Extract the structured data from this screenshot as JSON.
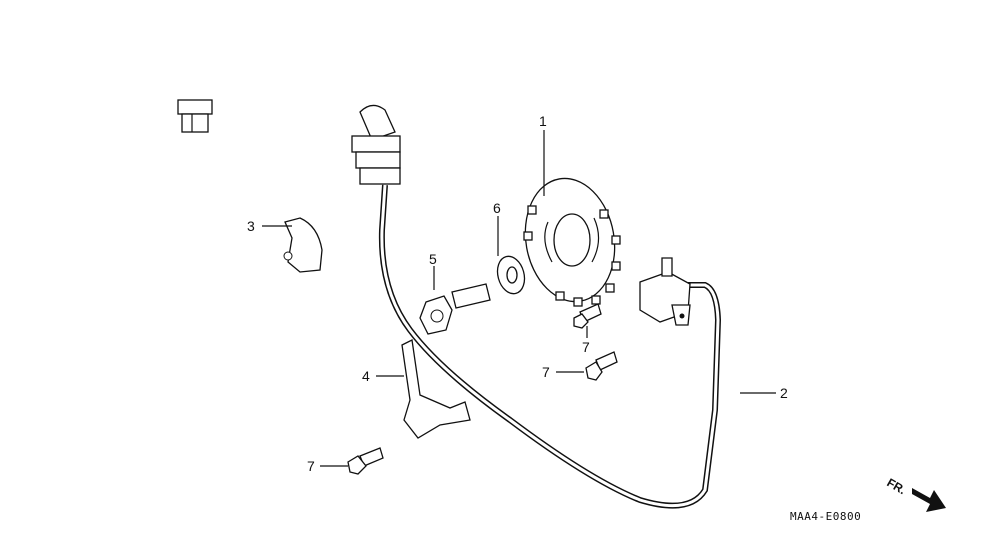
{
  "diagram": {
    "code": "MAA4-E0800",
    "direction_label": "FR.",
    "callouts": [
      {
        "id": "1",
        "text": "1"
      },
      {
        "id": "2",
        "text": "2"
      },
      {
        "id": "3",
        "text": "3"
      },
      {
        "id": "4",
        "text": "4"
      },
      {
        "id": "5",
        "text": "5"
      },
      {
        "id": "6",
        "text": "6"
      },
      {
        "id": "7a",
        "text": "7"
      },
      {
        "id": "7b",
        "text": "7"
      },
      {
        "id": "7c",
        "text": "7"
      }
    ]
  }
}
